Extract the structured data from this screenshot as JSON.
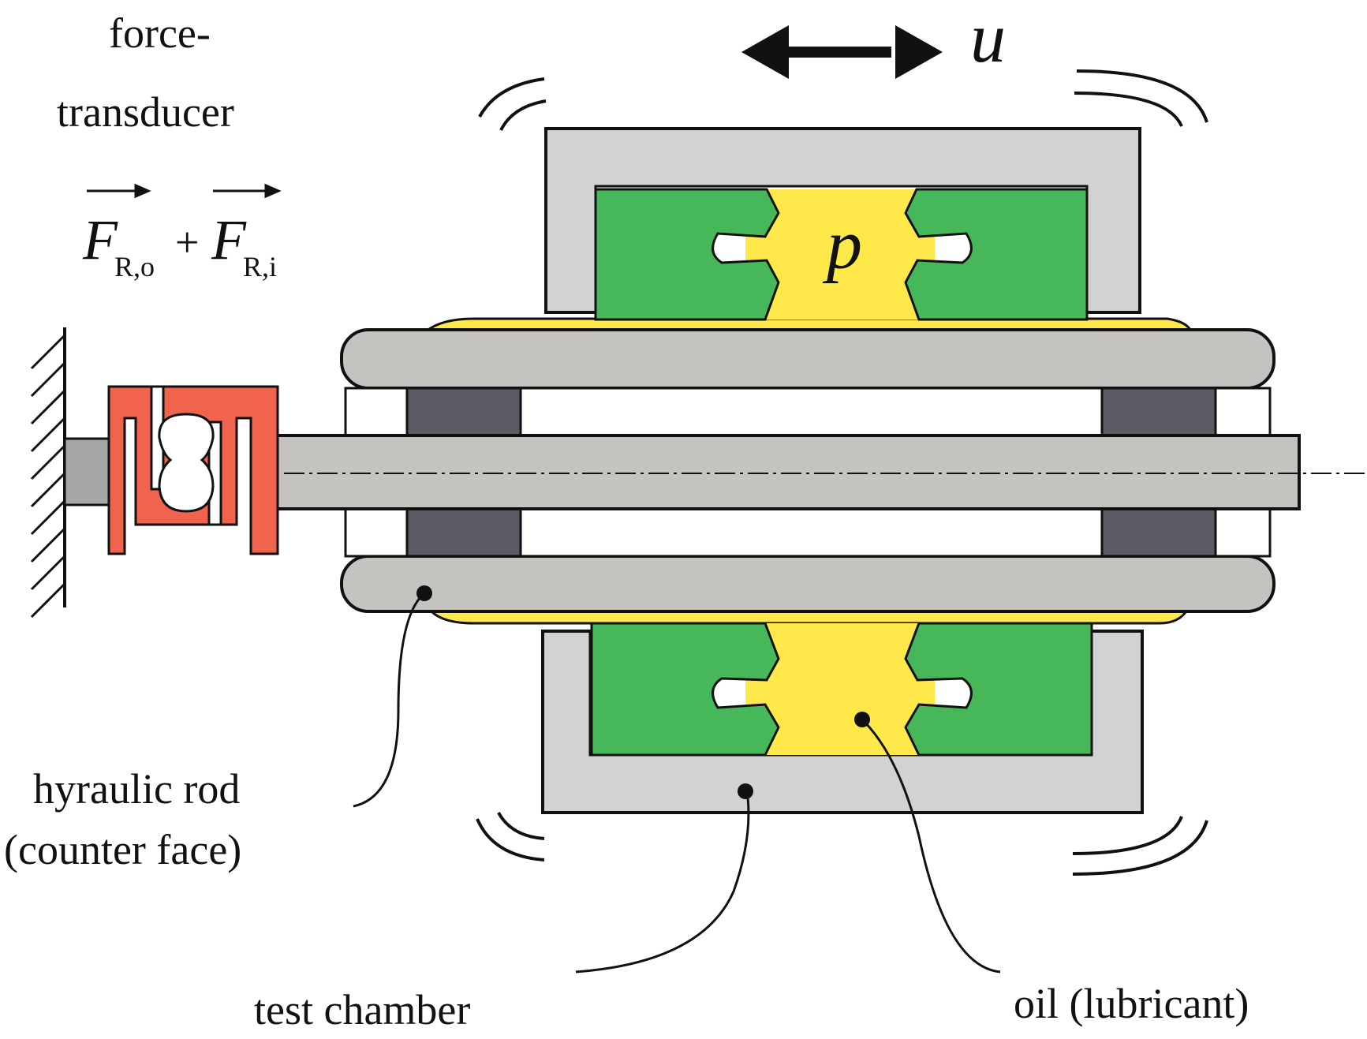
{
  "labels": {
    "force_line1": "force-",
    "force_line2": "transducer",
    "force_symbol_1": "F",
    "force_sub_1": "R,o",
    "plus": "+",
    "force_symbol_2": "F",
    "force_sub_2": "R,i",
    "displacement": "u",
    "pressure": "p",
    "rod_line1": "hyraulic rod",
    "rod_line2": "(counter face)",
    "chamber": "test chamber",
    "oil": "oil (lubricant)"
  },
  "colors": {
    "housing": "#d2d2d4",
    "rod": "#c4c3c0",
    "seal": "#46b85a",
    "oil": "#ffe94a",
    "transducer": "#f0644e",
    "guide_ring": "#5c5a63",
    "outline": "#111111"
  }
}
